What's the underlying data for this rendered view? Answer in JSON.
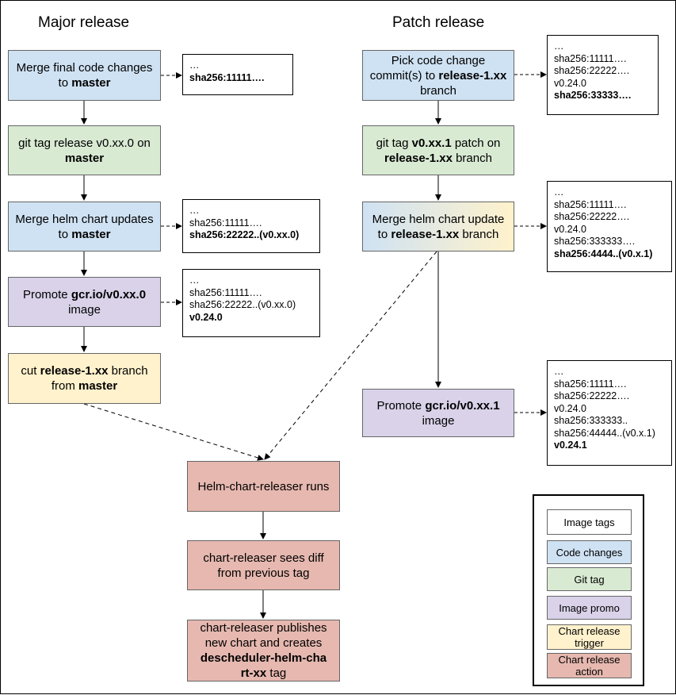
{
  "headings": {
    "major": "Major release",
    "patch": "Patch release"
  },
  "major": {
    "merge_code": [
      "Merge final code changes to ",
      {
        "b": "master"
      }
    ],
    "git_tag": [
      "git tag release v0.xx.0 on ",
      {
        "b": "master"
      }
    ],
    "merge_helm": [
      "Merge helm chart updates to ",
      {
        "b": "master"
      }
    ],
    "promote": [
      "Promote ",
      {
        "b": "gcr.io/v0.xx.0"
      },
      " image"
    ],
    "cut_branch": [
      "cut ",
      {
        "b": "release-1.xx"
      },
      " branch from ",
      {
        "b": "master"
      }
    ]
  },
  "patch": {
    "pick": [
      "Pick code change commit(s) to ",
      {
        "b": "release-1.xx"
      },
      " branch"
    ],
    "git_tag": [
      "git tag ",
      {
        "b": "v0.xx.1"
      },
      " patch on ",
      {
        "b": "release-1.xx"
      },
      " branch"
    ],
    "merge_helm": [
      "Merge helm chart update to ",
      {
        "b": "release-1.xx"
      },
      " branch"
    ],
    "promote": [
      "Promote ",
      {
        "b": "gcr.io/v0.xx.1"
      },
      " image"
    ]
  },
  "chart": {
    "runs": [
      "Helm-chart-releaser runs"
    ],
    "diff": [
      "chart-releaser sees diff from previous tag"
    ],
    "publish": [
      "chart-releaser publishes new chart and creates ",
      {
        "b": "descheduler-helm-cha rt-xx"
      },
      " tag"
    ]
  },
  "tags": {
    "major_1": [
      {
        "t": "…"
      },
      {
        "t": "sha256:11111….",
        "b": true
      }
    ],
    "major_2": [
      {
        "t": "…"
      },
      {
        "t": "sha256:11111…."
      },
      {
        "t": "sha256:22222..(v0.xx.0)",
        "b": true
      }
    ],
    "major_3": [
      {
        "t": "…"
      },
      {
        "t": "sha256:11111…."
      },
      {
        "t": "sha256:22222..(v0.xx.0)"
      },
      {
        "t": "v0.24.0",
        "b": true
      }
    ],
    "patch_1": [
      {
        "t": "…"
      },
      {
        "t": "sha256:11111…."
      },
      {
        "t": "sha256:22222…."
      },
      {
        "t": "v0.24.0"
      },
      {
        "t": "sha256:33333….",
        "b": true
      }
    ],
    "patch_2": [
      {
        "t": "…"
      },
      {
        "t": "sha256:11111…."
      },
      {
        "t": "sha256:22222…."
      },
      {
        "t": "v0.24.0"
      },
      {
        "t": "sha256:333333…."
      },
      {
        "t": "sha256:4444..(v0.x.1)",
        "b": true
      }
    ],
    "patch_3": [
      {
        "t": "…"
      },
      {
        "t": "sha256:11111…."
      },
      {
        "t": "sha256:22222…."
      },
      {
        "t": "v0.24.0"
      },
      {
        "t": "sha256:333333.."
      },
      {
        "t": "sha256:44444..(v0.x.1)"
      },
      {
        "t": "v0.24.1",
        "b": true
      }
    ]
  },
  "legend": [
    {
      "label": "Image tags",
      "color": "#ffffff"
    },
    {
      "label": "Code changes",
      "color": "#cfe2f3"
    },
    {
      "label": "Git tag",
      "color": "#d9ead3"
    },
    {
      "label": "Image promo",
      "color": "#d9d2e9"
    },
    {
      "label": "Chart release trigger",
      "color": "#fff2cc"
    },
    {
      "label": "Chart release action",
      "color": "#e6b8af"
    }
  ]
}
